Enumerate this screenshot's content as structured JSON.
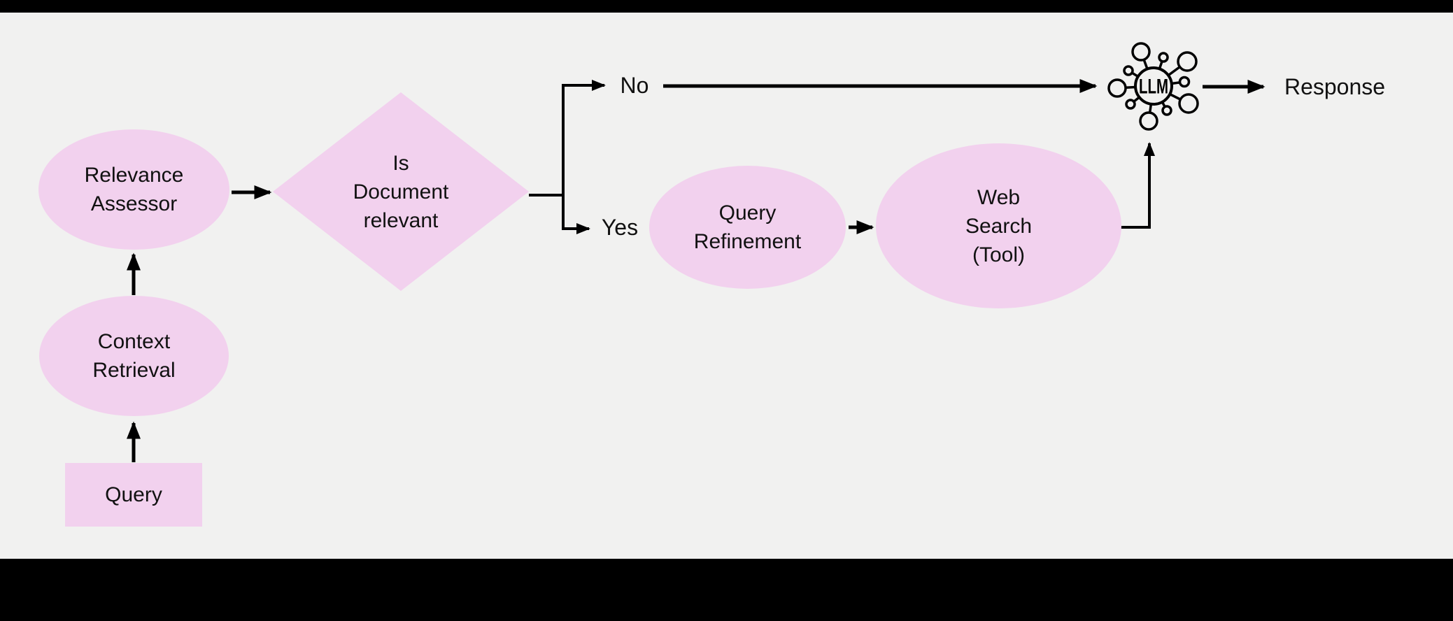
{
  "colors": {
    "background": "#f1f1f0",
    "node_fill": "#f2d1ee",
    "bar": "#000000",
    "stroke": "#000000",
    "text": "#111111"
  },
  "nodes": {
    "query": {
      "lines": [
        "Query"
      ],
      "shape": "rectangle"
    },
    "context_retrieval": {
      "lines": [
        "Context",
        "Retrieval"
      ],
      "shape": "ellipse"
    },
    "relevance_assessor": {
      "lines": [
        "Relevance",
        "Assessor"
      ],
      "shape": "ellipse"
    },
    "is_document_relevant": {
      "lines": [
        "Is",
        "Document",
        "relevant"
      ],
      "shape": "diamond"
    },
    "query_refinement": {
      "lines": [
        "Query",
        "Refinement"
      ],
      "shape": "ellipse"
    },
    "web_search_tool": {
      "lines": [
        "Web",
        "Search",
        "(Tool)"
      ],
      "shape": "ellipse"
    },
    "llm": {
      "label": "LLM",
      "shape": "network-icon"
    }
  },
  "edge_labels": {
    "no": "No",
    "yes": "Yes"
  },
  "outputs": {
    "response": "Response"
  },
  "edges": [
    {
      "from": "query",
      "to": "context_retrieval"
    },
    {
      "from": "context_retrieval",
      "to": "relevance_assessor"
    },
    {
      "from": "relevance_assessor",
      "to": "is_document_relevant"
    },
    {
      "from": "is_document_relevant",
      "to": "llm",
      "label": "No"
    },
    {
      "from": "is_document_relevant",
      "to": "query_refinement",
      "label": "Yes"
    },
    {
      "from": "query_refinement",
      "to": "web_search_tool"
    },
    {
      "from": "web_search_tool",
      "to": "llm"
    },
    {
      "from": "llm",
      "to": "response"
    }
  ]
}
